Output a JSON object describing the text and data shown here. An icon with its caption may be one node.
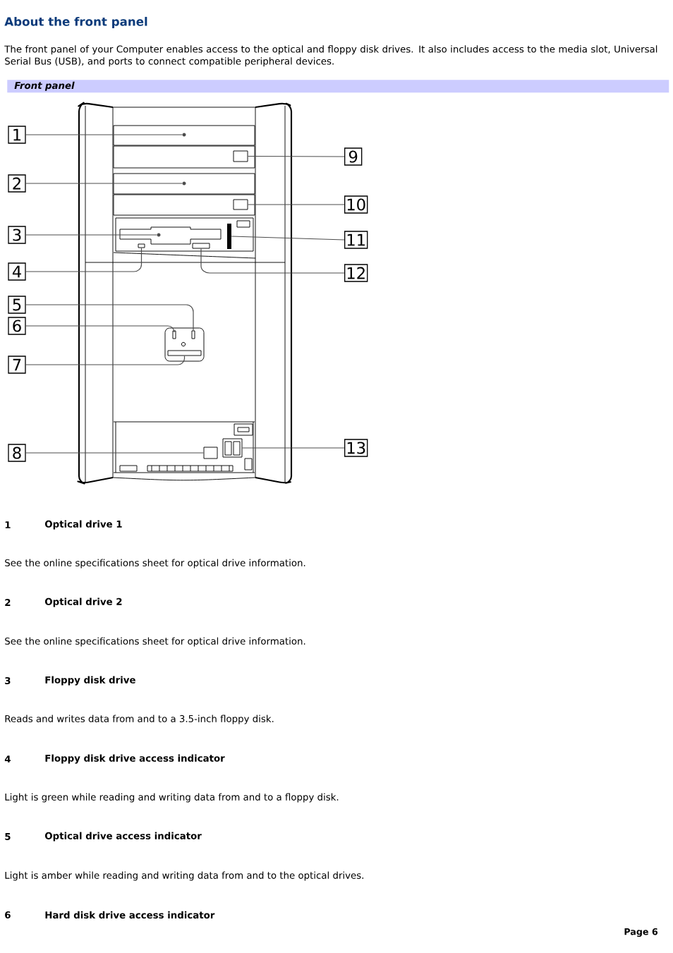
{
  "diagram": {
    "title": "About the front panel",
    "nodes": [
      {
        "text": [
          "Front panel"
        ]
      },
      {
        "text": [
          "1"
        ]
      },
      {
        "text": [
          "2"
        ]
      },
      {
        "text": [
          "3"
        ]
      },
      {
        "text": [
          "4"
        ]
      },
      {
        "text": [
          "5"
        ]
      },
      {
        "text": [
          "6"
        ]
      },
      {
        "text": [
          "7"
        ]
      },
      {
        "text": [
          "8"
        ]
      },
      {
        "text": [
          "9"
        ]
      },
      {
        "text": [
          "10"
        ]
      },
      {
        "text": [
          "11"
        ]
      },
      {
        "text": [
          "12"
        ]
      },
      {
        "text": [
          "13"
        ]
      },
      {
        "text": [],
        "shape": "circle"
      },
      {
        "text": [],
        "shape": "circle"
      },
      {
        "text": [],
        "shape": "circle"
      },
      {
        "text": [],
        "shape": "box"
      },
      {
        "text": [],
        "shape": "box"
      },
      {
        "text": [],
        "shape": "box"
      },
      {
        "text": [],
        "shape": "box"
      },
      {
        "text": [],
        "shape": "box"
      },
      {
        "text": [],
        "shape": "box"
      },
      {
        "text": [],
        "shape": "box"
      },
      {
        "text": [],
        "shape": "bar"
      },
      {
        "text": [],
        "shape": "box"
      },
      {
        "text": [],
        "shape": "box"
      }
    ],
    "edges": [
      {
        "from": 1,
        "to": 14,
        "arrow": "none"
      },
      {
        "from": 2,
        "to": 15,
        "arrow": "none"
      },
      {
        "from": 3,
        "to": 16,
        "arrow": "none"
      },
      {
        "from": 4,
        "to": 17,
        "arrow": "none"
      },
      {
        "from": 5,
        "to": 18,
        "arrow": "none"
      },
      {
        "from": 6,
        "to": 19,
        "arrow": "none"
      },
      {
        "from": 7,
        "to": 20,
        "arrow": "none"
      },
      {
        "from": 8,
        "to": 21,
        "arrow": "none"
      },
      {
        "from": 9,
        "to": 22,
        "arrow": "none"
      },
      {
        "from": 10,
        "to": 23,
        "arrow": "none"
      },
      {
        "from": 11,
        "to": 24,
        "arrow": "none"
      },
      {
        "from": 12,
        "to": 25,
        "arrow": "none"
      },
      {
        "from": 13,
        "to": 26,
        "arrow": "none"
      }
    ],
    "labels": [
      "The front panel of your Computer enables access to the optical and floppy disk drives. It also includes access to the media slot, Universal Serial Bus (USB), and ports to connect compatible peripheral devices.",
      "1",
      "Optical drive 1",
      "See the online specifications sheet for optical drive information.",
      "2",
      "Optical drive 2",
      "See the online specifications sheet for optical drive information.",
      "3",
      "Floppy disk drive",
      "Reads and writes data from and to a 3.5-inch floppy disk.",
      "4",
      "Floppy disk drive access indicator",
      "Light is green while reading and writing data from and to a floppy disk.",
      "5",
      "Optical drive access indicator",
      "Light is amber while reading and writing data from and to the optical drives.",
      "6",
      "Hard disk drive access indicator",
      "Page 6"
    ]
  }
}
